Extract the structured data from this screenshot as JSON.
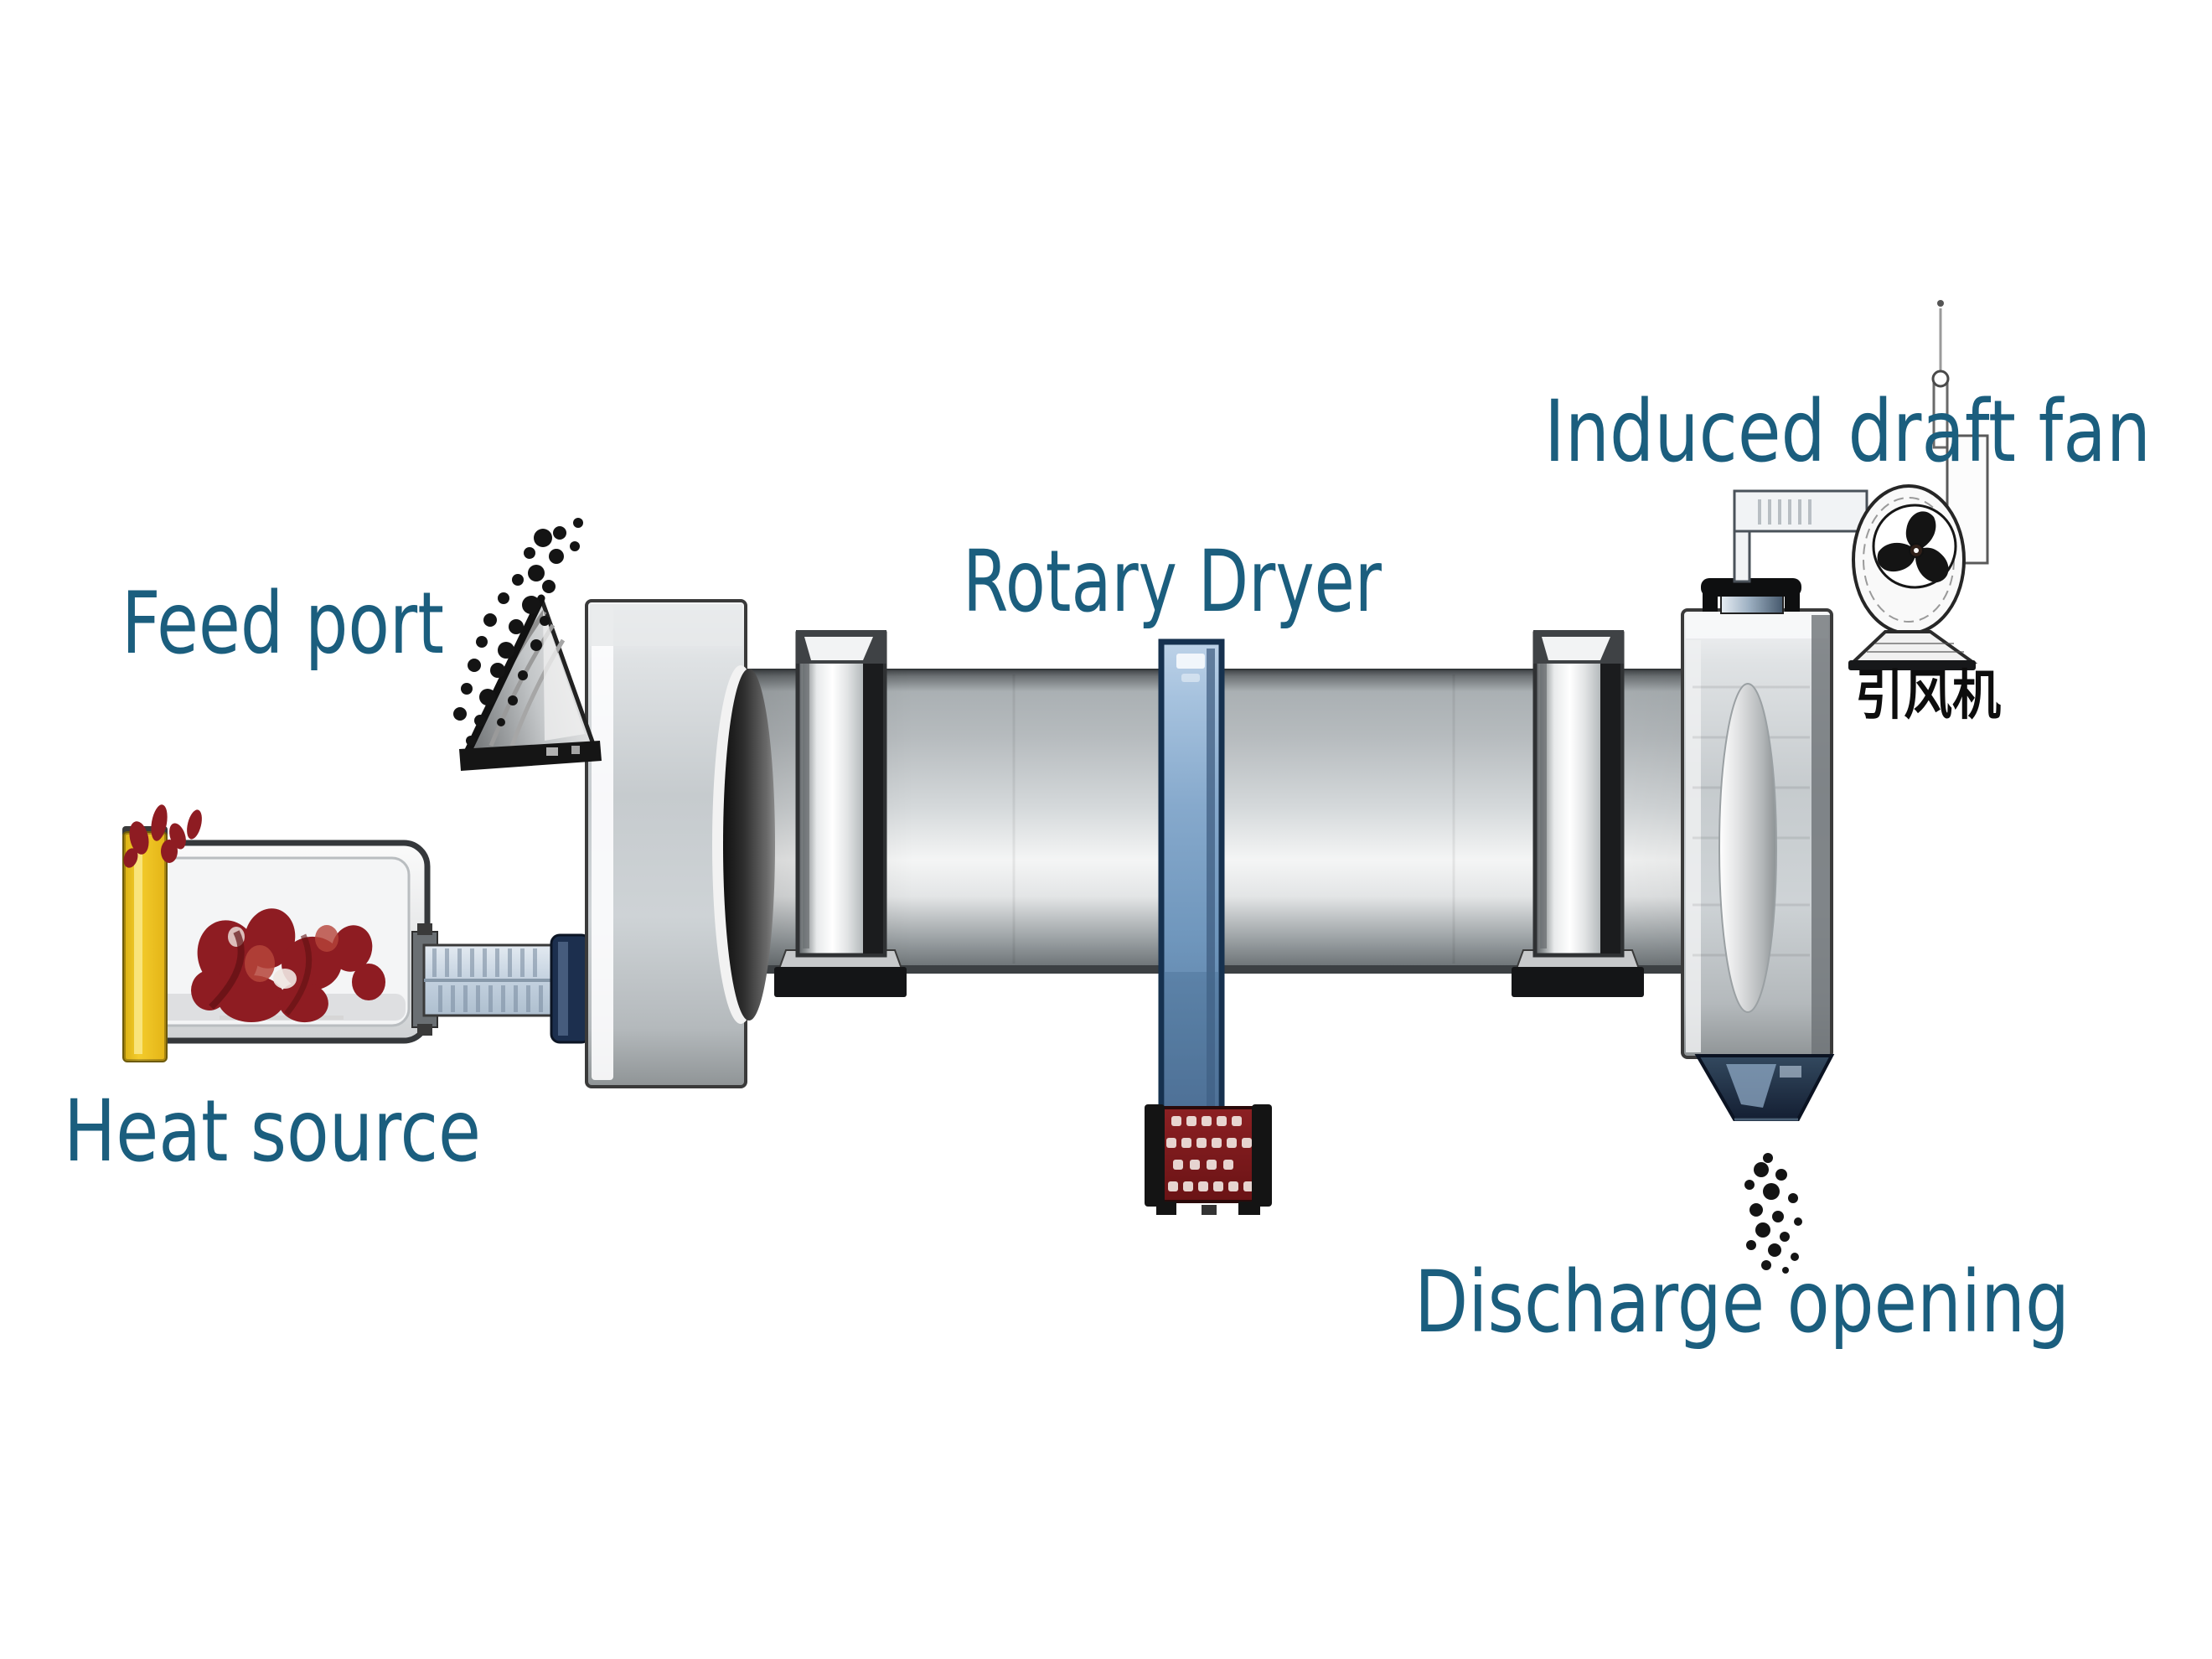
{
  "labels": {
    "feed_port": "Feed port",
    "rotary_dryer": "Rotary Dryer",
    "induced_draft_fan": "Induced draft fan",
    "induced_draft_fan_cn": "引风机",
    "heat_source": "Heat source",
    "discharge_opening": "Discharge opening"
  },
  "colors": {
    "label": "#1b5e7e",
    "cn_label": "#0d0d0d",
    "tire_band_edge": "#16314f",
    "inlet_flange": "#1c2f4e",
    "exhaust_cap": "#0e0f10",
    "burner": "#f0c419",
    "flame": "#8e1c22",
    "fan_ink": "#141414",
    "material": "#141414",
    "gear_cap": "#141414",
    "hopper_edge": "#0b1322"
  }
}
